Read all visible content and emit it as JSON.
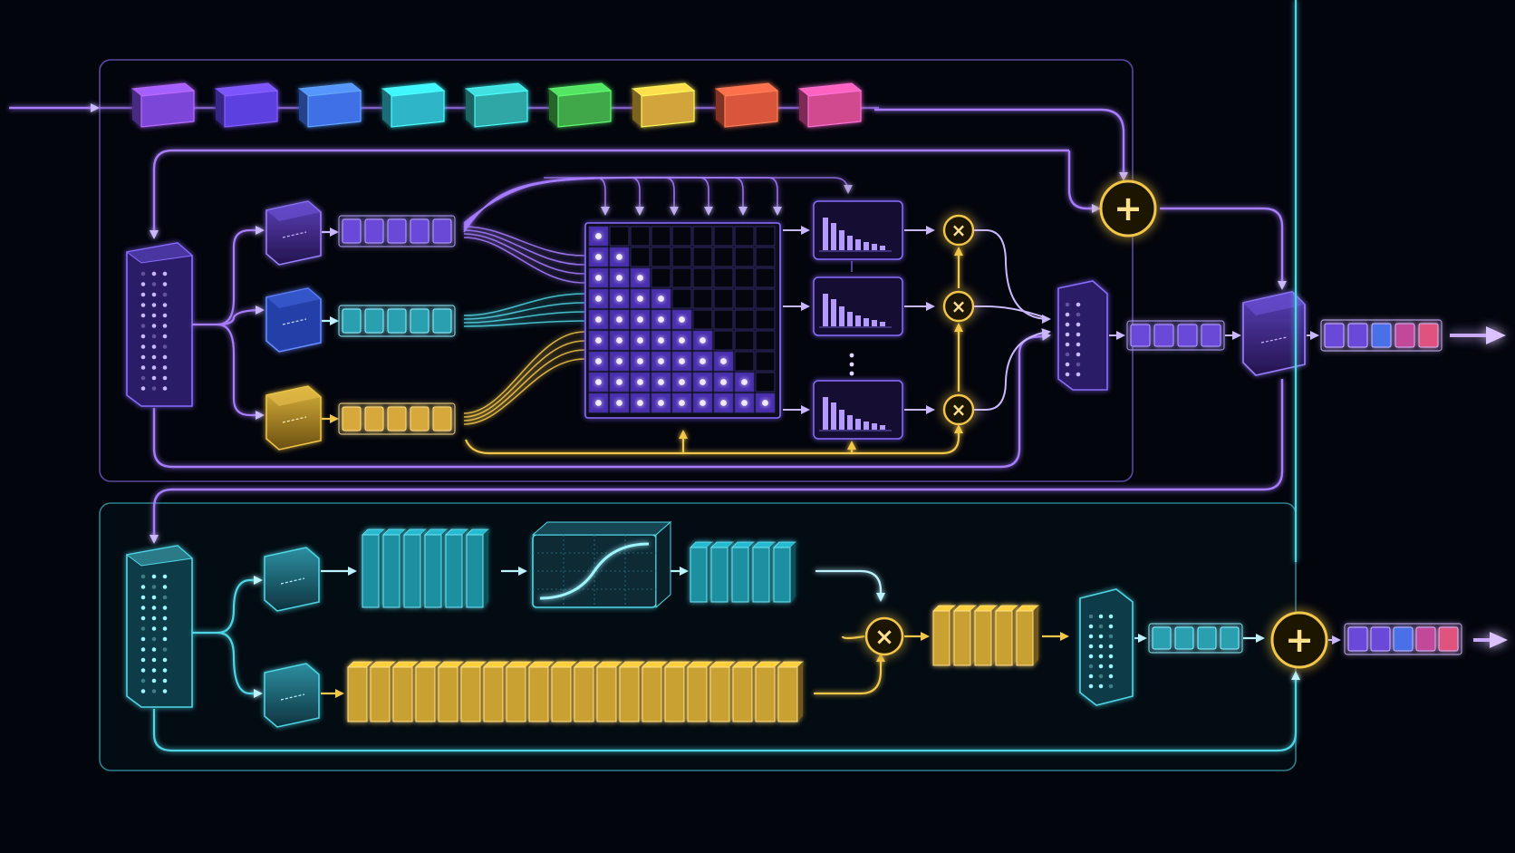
{
  "colors": {
    "background": "#03050d",
    "attention_accent": "#a77bff",
    "mlp_accent": "#4fd6e6",
    "gate_accent": "#f2c64a",
    "arrow_light": "#c9b7ff",
    "token_palette": [
      "#7b47d9",
      "#5b3fe0",
      "#3f6fe6",
      "#2fb6c8",
      "#2fa7a6",
      "#3fa84a",
      "#d1a53a",
      "#d9543a",
      "#d14a8f"
    ]
  },
  "icons": {
    "plus": "residual-add-icon",
    "times": "multiply-icon",
    "sigmoid": "sigmoid-curve-icon",
    "ellipsis": "vertical-ellipsis-icon",
    "arrow": "arrow-head-icon"
  },
  "structure": {
    "input_tokens": 9,
    "attention_heads_drawn": 3,
    "mask_grid_size": 9,
    "output_tokens": 5,
    "mlp_hidden_units": 6,
    "mlp_gate_units": 20,
    "mlp_output_units": 4
  }
}
